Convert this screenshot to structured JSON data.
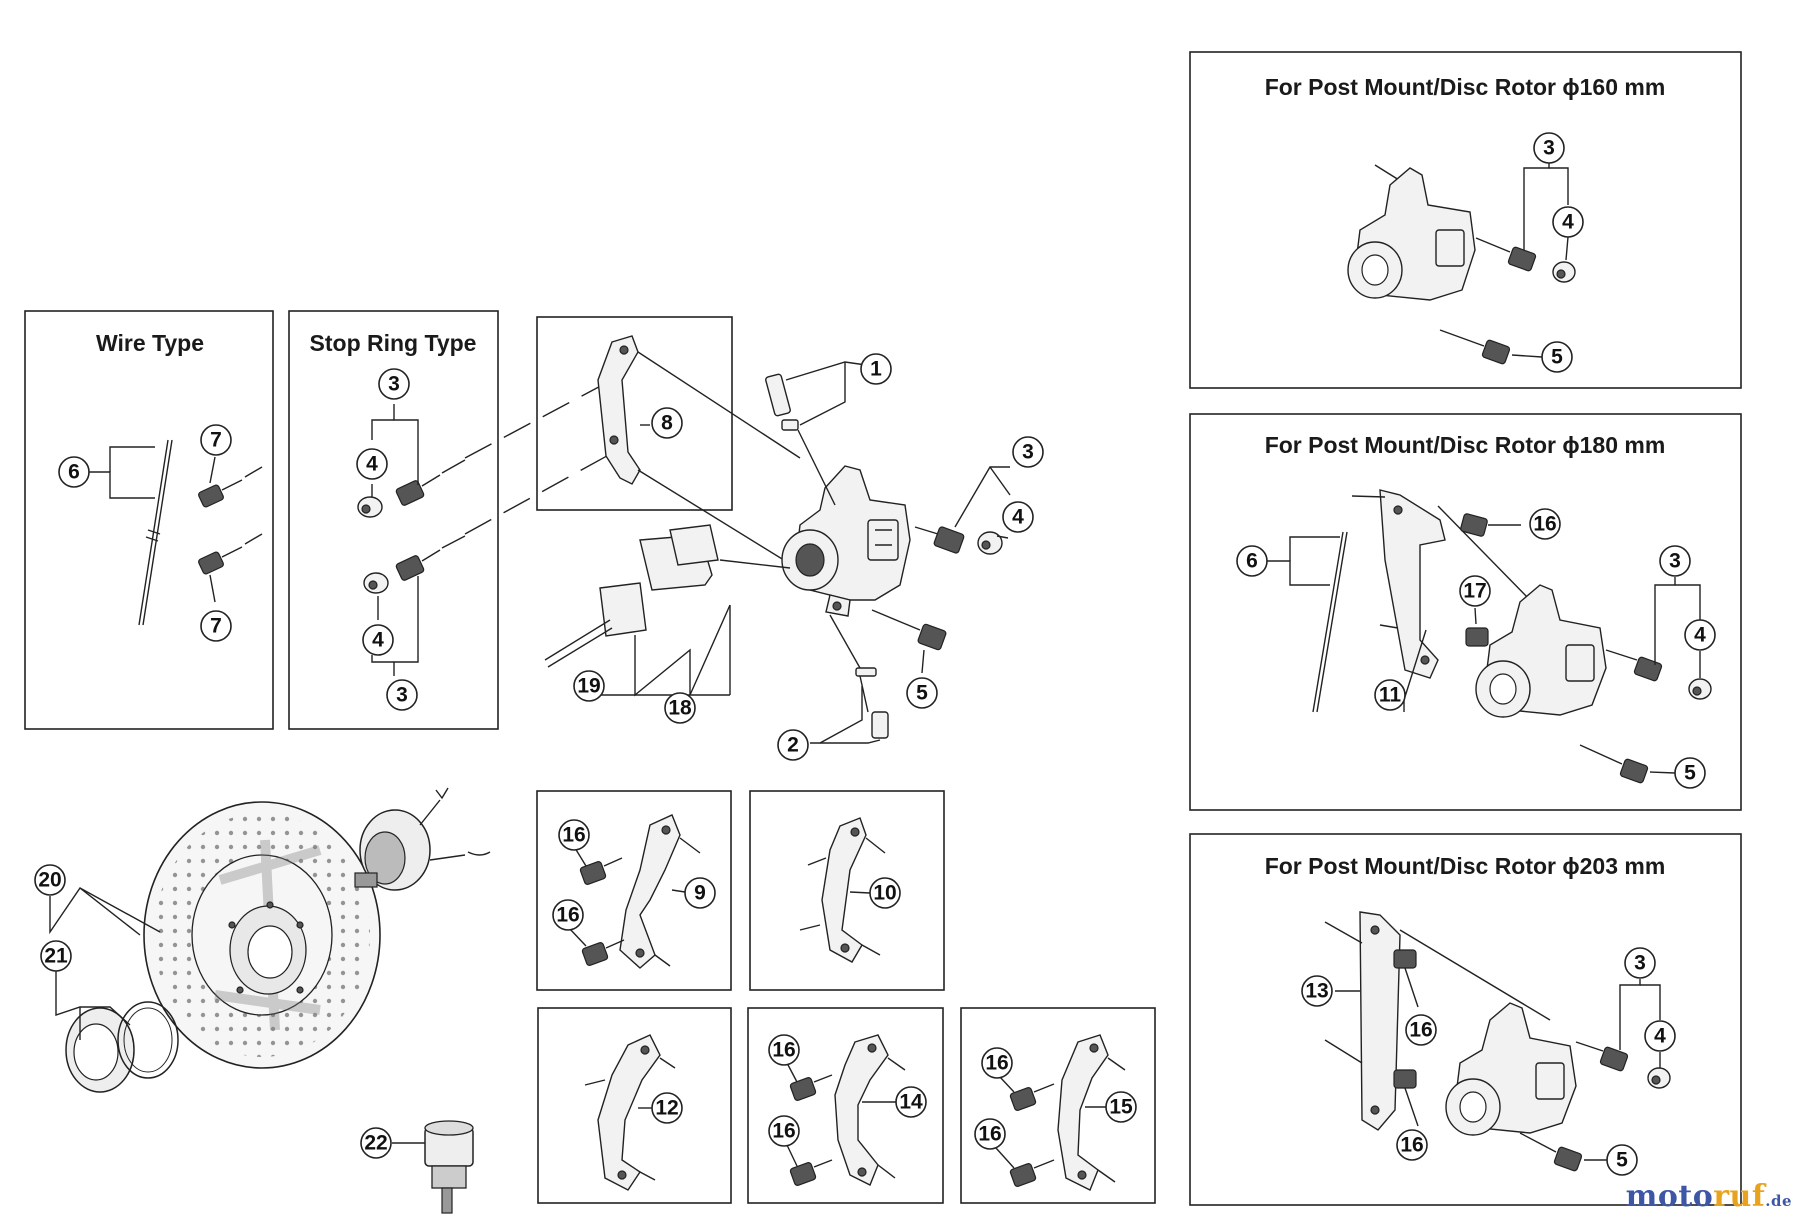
{
  "boxes": {
    "wire_type": "Wire Type",
    "stop_ring_type": "Stop Ring Type",
    "post_160": "For Post Mount/Disc Rotor ϕ160 mm",
    "post_180": "For Post Mount/Disc Rotor ϕ180 mm",
    "post_203": "For Post Mount/Disc Rotor ϕ203 mm"
  },
  "callouts": {
    "main": [
      "1",
      "2",
      "3",
      "4",
      "5",
      "8",
      "18",
      "19"
    ],
    "wire": [
      "6",
      "7",
      "7"
    ],
    "stop_ring": [
      "3",
      "4",
      "4",
      "3"
    ],
    "post_160": [
      "3",
      "4",
      "5"
    ],
    "post_180": [
      "16",
      "6",
      "17",
      "11",
      "3",
      "4",
      "5"
    ],
    "post_203": [
      "13",
      "16",
      "16",
      "3",
      "4",
      "5"
    ],
    "adapters": [
      "16",
      "16",
      "9",
      "10",
      "12",
      "16",
      "16",
      "14",
      "16",
      "16",
      "15"
    ],
    "rotor": [
      "20",
      "21",
      "22"
    ]
  },
  "watermark": {
    "part_a": "moto",
    "part_b": "ruf",
    "part_c": ".de"
  }
}
